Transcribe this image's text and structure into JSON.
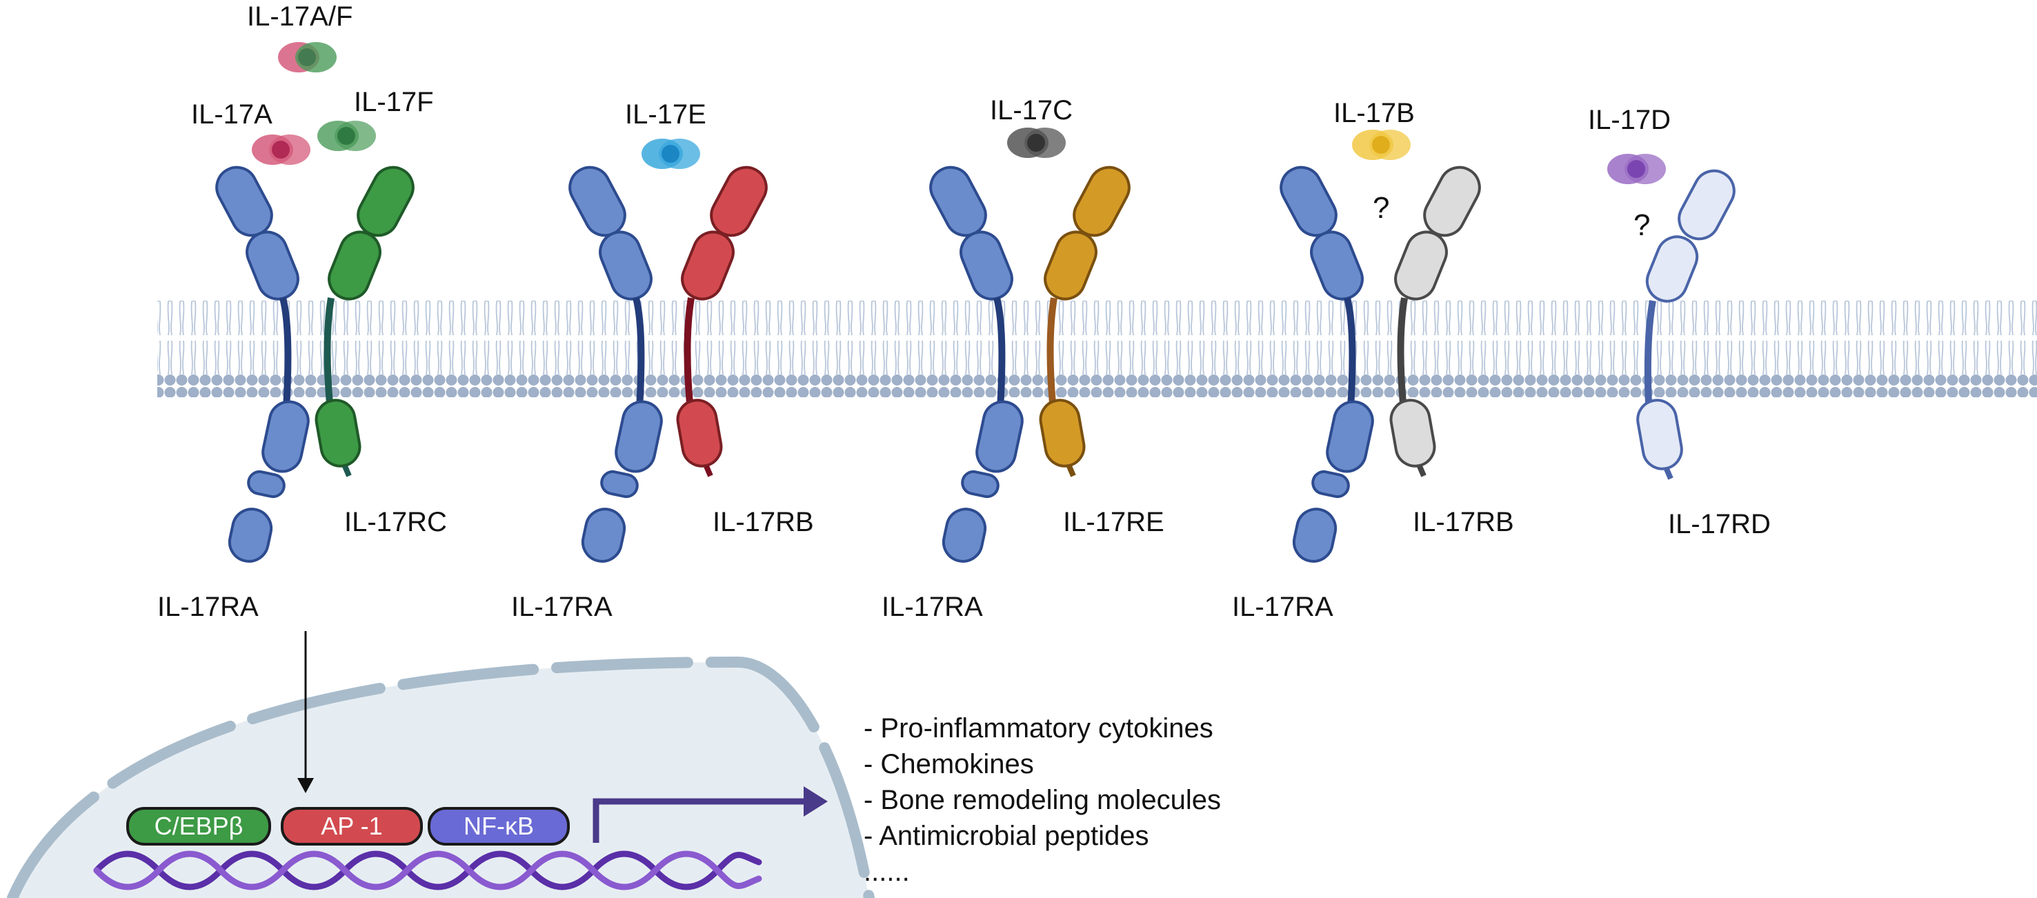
{
  "colors": {
    "ra": "#6b8ccc",
    "ra_dark": "#2d4b8f",
    "rc": "#3d9a45",
    "rb": "#d24a4f",
    "re": "#d39a26",
    "rb_grey": "#dcdcdc",
    "rd": "#e3e9f6",
    "membrane": "#9fb0c8",
    "nucleus": "#e6edf2",
    "nucleus_edge": "#a9bccb",
    "dna": "#6a3fb8",
    "arrow": "#4a3a8a",
    "cebpb": "#3d9a45",
    "ap1": "#d24a4f",
    "nfkb": "#6a6ad6"
  },
  "ligands": {
    "il17af": "IL-17A/F",
    "il17a": "IL-17A",
    "il17f": "IL-17F",
    "il17e": "IL-17E",
    "il17c": "IL-17C",
    "il17b": "IL-17B",
    "il17d": "IL-17D"
  },
  "receptors": {
    "rc": "IL-17RC",
    "rb1": "IL-17RB",
    "re": "IL-17RE",
    "rb2": "IL-17RB",
    "rd": "IL-17RD",
    "ra1": "IL-17RA",
    "ra2": "IL-17RA",
    "ra3": "IL-17RA",
    "ra4": "IL-17RA"
  },
  "unknown_mark": "?",
  "transcription_factors": [
    "C/EBPβ",
    "AP -1",
    "NF-κB"
  ],
  "outputs": [
    "- Pro-inflammatory cytokines",
    "- Chemokines",
    "- Bone remodeling molecules",
    "- Antimicrobial peptides"
  ],
  "outputs_more": "......"
}
